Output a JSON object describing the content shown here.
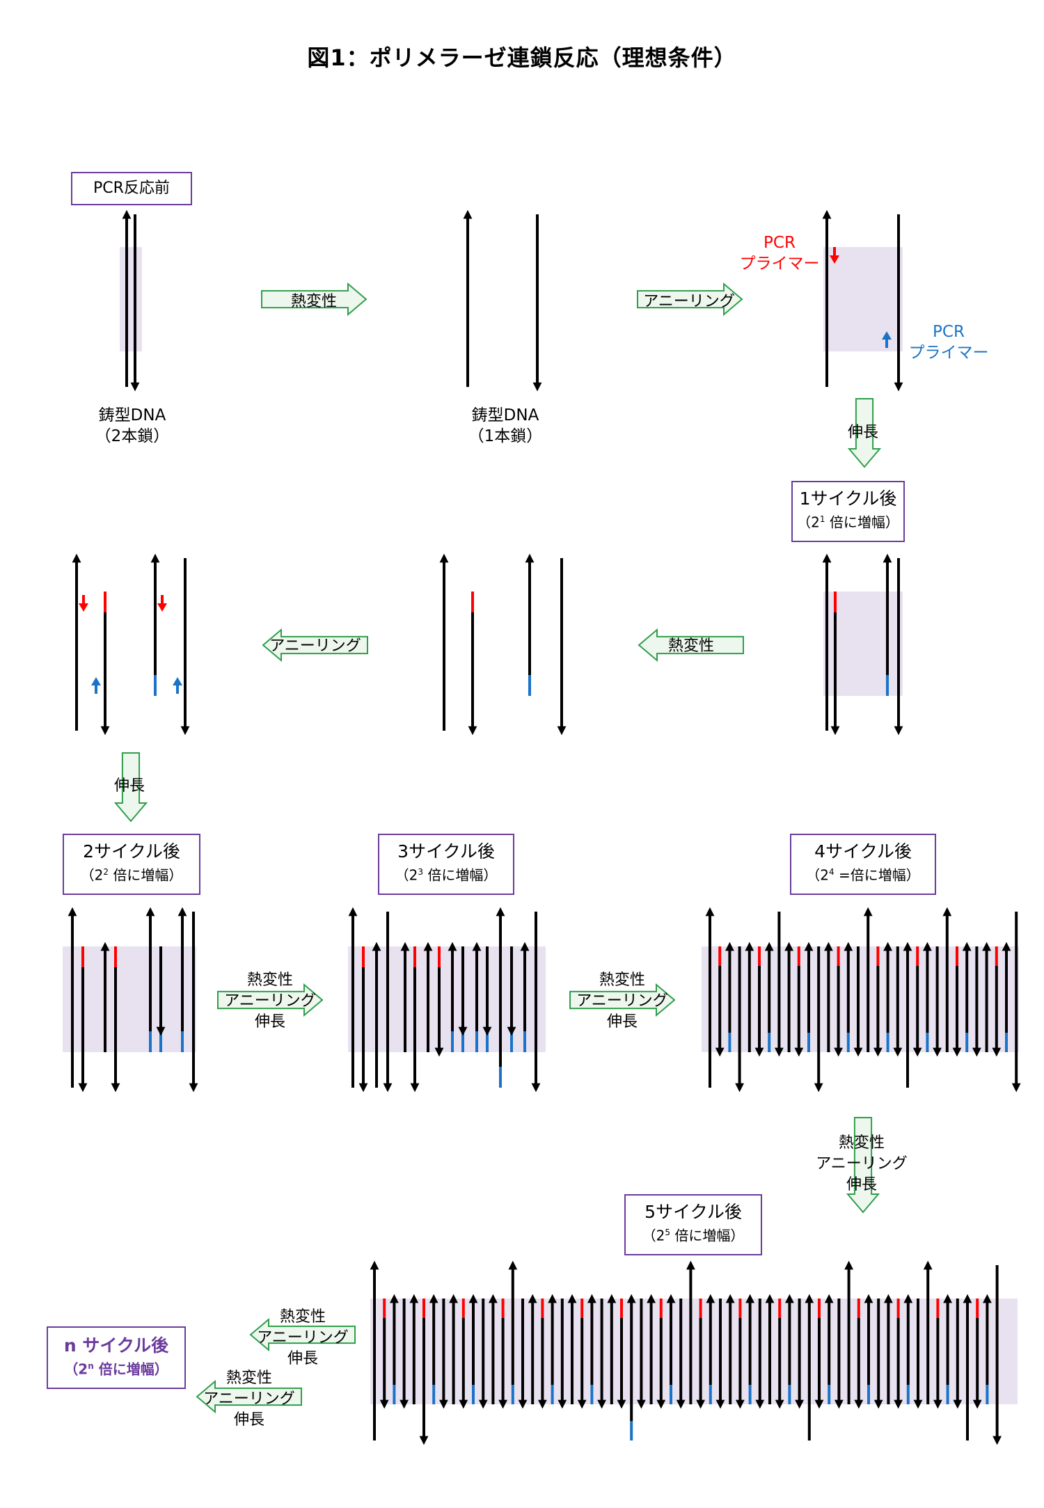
{
  "title": "図1：ポリメラーゼ連鎖反応（理想条件）",
  "labels": {
    "before_pcr": "PCR反応前",
    "template_ds_l1": "鋳型DNA",
    "template_ds_l2": "（2本鎖）",
    "template_ss_l1": "鋳型DNA",
    "template_ss_l2": "（1本鎖）",
    "primer_red_l1": "PCR",
    "primer_red_l2": "プライマー",
    "primer_blue_l1": "PCR",
    "primer_blue_l2": "プライマー"
  },
  "steps": {
    "denature": "熱変性",
    "anneal": "アニーリング",
    "extend": "伸長"
  },
  "cycles": {
    "c1": {
      "title": "1サイクル後",
      "pre": "（2",
      "exp": "1",
      "post": " 倍に増幅）"
    },
    "c2": {
      "title": "2サイクル後",
      "pre": "（2",
      "exp": "2",
      "post": " 倍に増幅）"
    },
    "c3": {
      "title": "3サイクル後",
      "pre": "（2",
      "exp": "3",
      "post": " 倍に増幅）"
    },
    "c4": {
      "title": "4サイクル後",
      "pre": "（2",
      "exp": "4",
      "post": " =倍に増幅）"
    },
    "c5": {
      "title": "5サイクル後",
      "pre": "（2",
      "exp": "5",
      "post": " 倍に増幅）"
    },
    "cn": {
      "title": "n サイクル後",
      "pre": "（2",
      "exp": "n",
      "post": " 倍に増幅）"
    }
  },
  "colors": {
    "strand": "#000000",
    "primer_forward": "#ff0000",
    "primer_reverse": "#1a73c7",
    "highlight": "#e8e2f0",
    "box_border": "#6a3b9c",
    "process_arrow_border": "#2e9e4a",
    "process_arrow_fill": "#eef7ee"
  }
}
